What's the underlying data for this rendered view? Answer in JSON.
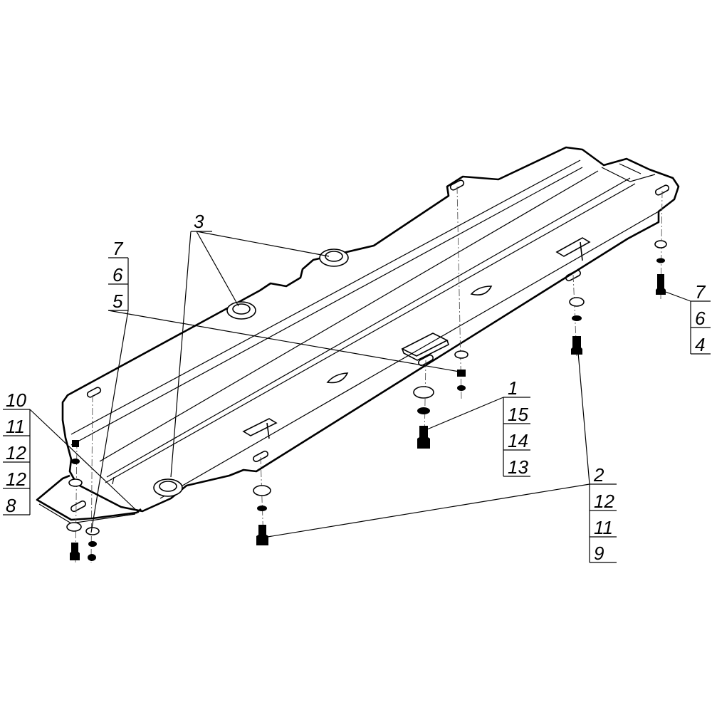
{
  "callouts": {
    "c3": "3",
    "left_stack": [
      "7",
      "6",
      "5"
    ],
    "right_stack": [
      "7",
      "6",
      "4"
    ],
    "left_bottom_stack": [
      "10",
      "11",
      "12",
      "12",
      "8"
    ],
    "mid_stack": [
      "1",
      "15",
      "14",
      "13"
    ],
    "bottom_right_stack": [
      "2",
      "12",
      "11",
      "9"
    ]
  }
}
